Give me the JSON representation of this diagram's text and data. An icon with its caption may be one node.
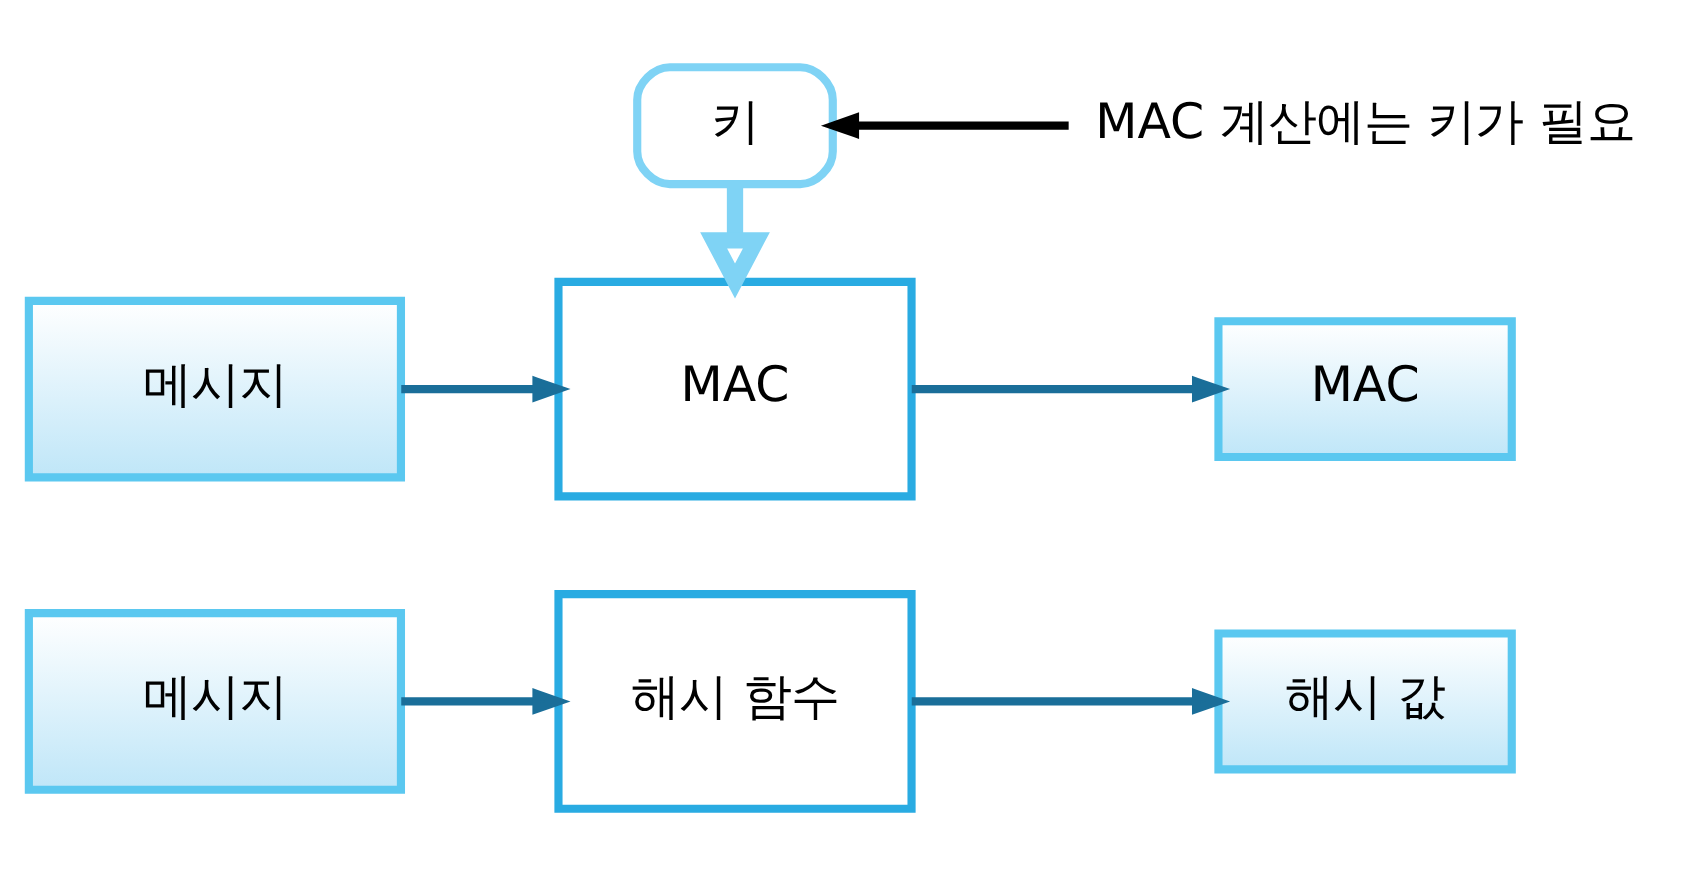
{
  "diagram": {
    "nodes": [
      {
        "text": [
          "메시지"
        ]
      },
      {
        "text": [
          "해시 함수"
        ]
      },
      {
        "text": [
          "해시 값"
        ]
      },
      {
        "text": [
          "키"
        ]
      },
      {
        "text": [
          "MAC 계산에는 키가 필요"
        ]
      },
      {
        "text": [
          "메시지"
        ]
      },
      {
        "text": [
          "MAC"
        ]
      },
      {
        "text": [
          "MAC"
        ]
      }
    ],
    "edges": [
      {
        "from": 0,
        "to": 1,
        "arrow": "to"
      },
      {
        "from": 1,
        "to": 2,
        "arrow": "to"
      },
      {
        "from": 4,
        "to": 3,
        "arrow": "to",
        "color": "#000000"
      },
      {
        "from": 3,
        "to": 6,
        "arrow": "to",
        "style": "thick",
        "color": "#7fd3f5"
      },
      {
        "from": 5,
        "to": 6,
        "arrow": "to"
      },
      {
        "from": 6,
        "to": 7,
        "arrow": "to"
      }
    ]
  }
}
